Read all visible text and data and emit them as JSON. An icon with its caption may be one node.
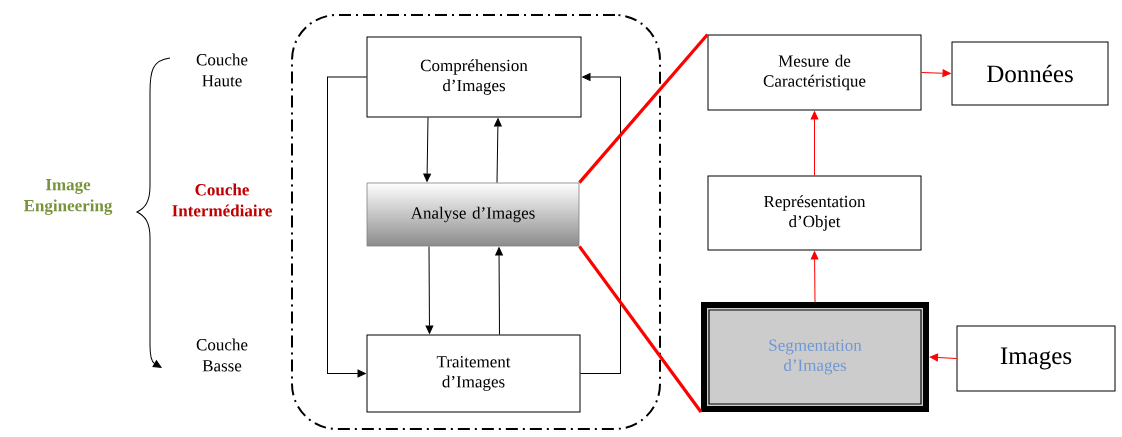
{
  "diagram": {
    "nodes": [
      {
        "text": [],
        "shape": "box"
      },
      {
        "text": [
          "Compréhension d’Images"
        ],
        "in": 0
      },
      {
        "text": [
          "Analyse d’Images"
        ],
        "in": 0
      },
      {
        "text": [
          "Traitement d’Images"
        ],
        "in": 0
      },
      {
        "text": [
          "Mesure de Caractéristique"
        ]
      },
      {
        "text": [
          "Données"
        ]
      },
      {
        "text": [
          "Représentation d’Objet"
        ]
      },
      {
        "text": [
          "Segmentation d’Images"
        ]
      },
      {
        "text": [
          "Images"
        ]
      }
    ],
    "edges": [
      {
        "from": 1,
        "to": 2,
        "arrow": "to",
        "color": "#000000"
      },
      {
        "from": 2,
        "to": 1,
        "arrow": "to",
        "color": "#000000"
      },
      {
        "from": 2,
        "to": 3,
        "arrow": "to",
        "color": "#000000"
      },
      {
        "from": 3,
        "to": 2,
        "arrow": "to",
        "color": "#000000"
      },
      {
        "from": 1,
        "to": 3,
        "arrow": "to",
        "color": "#000000"
      },
      {
        "from": 3,
        "to": 1,
        "arrow": "to",
        "color": "#000000"
      },
      {
        "from": 2,
        "to": 4,
        "arrow": "none",
        "style": "thick",
        "color": "#ff0000"
      },
      {
        "from": 2,
        "to": 7,
        "arrow": "none",
        "style": "thick",
        "color": "#ff0000"
      },
      {
        "from": 4,
        "to": 5,
        "arrow": "to",
        "color": "#ff0000"
      },
      {
        "from": 6,
        "to": 4,
        "arrow": "to",
        "color": "#ff0000"
      },
      {
        "from": 7,
        "to": 6,
        "arrow": "to",
        "color": "#ff0000"
      },
      {
        "from": 8,
        "to": 7,
        "arrow": "to",
        "color": "#ff0000"
      }
    ],
    "labels": [
      "Image Engineering",
      "Couche Haute",
      "Couche Intermédiaire",
      "Couche Basse"
    ]
  }
}
